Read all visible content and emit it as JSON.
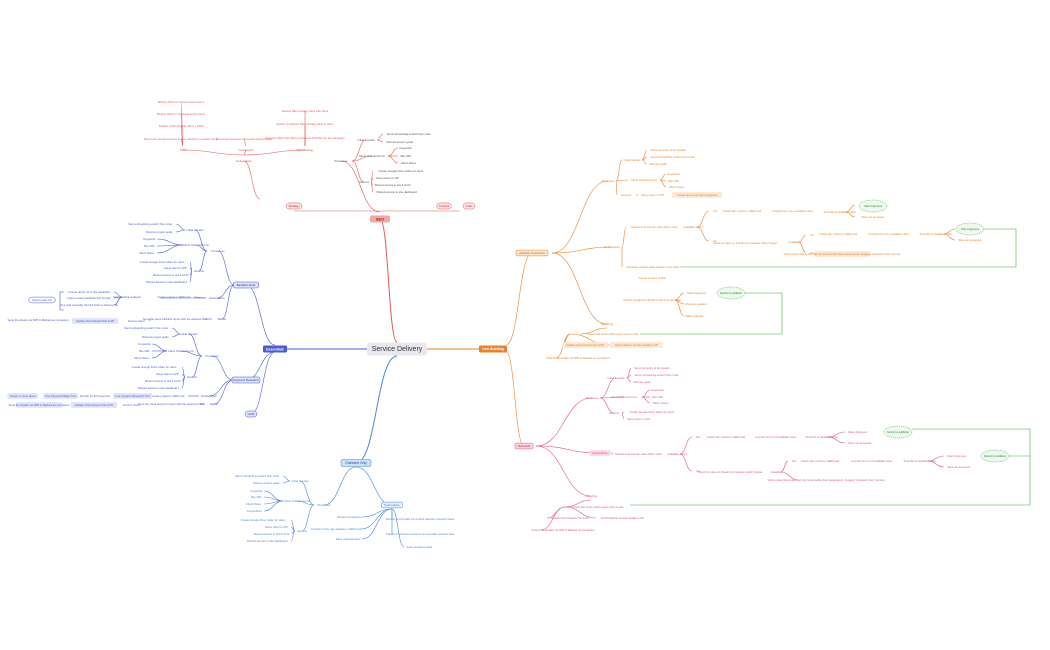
{
  "center": {
    "label": "Service Delivery"
  },
  "branches": {
    "seo": {
      "label": "SEO",
      "tags": {
        "strategy": "Strategy",
        "content": "Content",
        "links": "Links"
      },
      "left": {
        "ngs": "NGS",
        "ga": "GA Analysis",
        "seo_strategy": "SEO Strategy",
        "deliverables": "Deliverables",
        "ngs_items": [
          "Weekly NGS for Content Action Items",
          "Weekly NGS for Technical Action Items",
          "Finalize initial call with client + Initial",
          "Deep look into accounts to ensure tracking is properly setup"
        ],
        "ga_item": "Document overview of keyword opportunities",
        "strategy_items": [
          "Review SEO strategy deck with client",
          "Deliver completed SEO strategy deck to client",
          "Request URLs that will be pushed as Priorities for the campaign"
        ]
      },
      "right": {
        "processes": "Processes",
        "initial_contact": "Initial Contact",
        "client_onboard": "Client Onboard Form",
        "account": "Account",
        "ic_items": [
          "Send onboarding email if Non order",
          "Discuss project goals"
        ],
        "ob_items": [
          "Keywords",
          "Site URL",
          "Client Notes"
        ],
        "acc_items": [
          "Create Google Drive folder for client",
          "Setup client on PP",
          "Shared access to GA & GCS",
          "Shared access to site dashboard"
        ]
      }
    },
    "essentials": {
      "label": "Essentials",
      "backlink_audit": "Backlink Audit",
      "keyword_research": "Keyword Research",
      "hvm": "HVM",
      "processes": "Processes",
      "deliverables": "Deliverables",
      "report": "Report",
      "initial_contact": "Initial Contact",
      "client_onboard": "Client Onboard Form",
      "account": "Account",
      "ba_ic_items": [
        "Send onboarding email if Non order",
        "Discuss project goals"
      ],
      "ba_ob_items": [
        "Keywords",
        "Site URL",
        "Client Notes"
      ],
      "ba_acc_items": [
        "Create Google Drive folder for client",
        "Setup client on PP",
        "Shared access to GA & GCS",
        "Shared access to site dashboard"
      ],
      "ba_deliv_items": [
        "Create project in SEProvid",
        "Start backlink analysis"
      ],
      "ba_analysis_items": [
        "Include all the 10 in-site backlinks",
        "Flash unsafe backlinks (list formal)",
        "Only add manually harmful links to disavow file"
      ],
      "export": "Export each list",
      "ba_report": [
        "Send the client backlink report with the disavow files",
        "Send to client",
        "Update Client Report File & PP",
        "Send the details via SPP & Marked as completed"
      ],
      "kr_ic_items": [
        "Send onboarding email if Non order",
        "Discuss project goals"
      ],
      "kr_ob_items": [
        "Keywords",
        "Site URL",
        "Client Notes"
      ],
      "kr_acc_items": [
        "Create Google Drive folder for client",
        "Setup client on PP",
        "Shared access to GA & GCS",
        "Shared access to site dashboard"
      ],
      "kr_deliv_items": [
        "Create project in SEProvid",
        "Use Organic Research Tool",
        "Identify 20-30 Keywords",
        "Use Keyword Magic Tool",
        "Create C-more ideas"
      ],
      "kr_report": [
        "Send the client keyword report with the approved files",
        "Send to client",
        "Update Client Report File & PP",
        "Send the details via SPP & Marked as completed"
      ]
    },
    "outreach": {
      "label": "Outreach Only",
      "processes": "Processes",
      "deliverables": "Deliverables",
      "initial_contact": "Initial Contact",
      "client_onboard": "Client Onboard Form",
      "account": "Account",
      "ic_items": [
        "Send onboarding email if Non order",
        "Discuss project goals"
      ],
      "ob_items": [
        "Keywords",
        "Site URL",
        "Client Notes",
        "Competitors"
      ],
      "acc_items": [
        "Create Google Drive folder for client",
        "Setup client on PP",
        "Shared access to GA & GCS",
        "Shared access to site dashboard"
      ],
      "deliv_items": [
        "Review competitors",
        "Conduct of the gap analysis in SEProvid",
        "Save potential sites",
        "Review and contact for content relevant outreach ideas",
        "Check for unlinked mentions on internally relevant sites",
        "Save prospects data"
      ]
    },
    "link_building": {
      "label": "Link Building",
      "authority": {
        "label": "Authority Guest Post",
        "processes": "Processes",
        "initial_contact": "Initial Contact",
        "client_onboard": "Client Onboard Form",
        "account": "Account",
        "ic_items": [
          "Send summary of the details",
          "Send onboarding email if Non order",
          "Discuss goals"
        ],
        "ob_items": [
          "Keywords",
          "Site URL",
          "Client Notes"
        ],
        "acc_items": [
          "Setup client on PP",
          "Create and setup client pipelines"
        ],
        "deliverables": "Deliverables",
        "review": "Review and test the sites within niche",
        "avail": "Available sites?",
        "yes": "Yes",
        "no": "No",
        "chain_yes": [
          "Check site metrics in SEProvid",
          "Compile list of 3-4 available sites",
          "Send list of available sites"
        ],
        "client_approves": "Client Approves",
        "sites_not_accepted": "Sites not accepted",
        "chain_no": [
          "Check site metrics in SEProvid",
          "Compile list of 3-4 available sites",
          "Send list of available sites"
        ],
        "alt_no": "Check for sites on linkedin & Consider within budget",
        "available": "Available",
        "inform": "Inform client that a site can't be found within their parameters. Suggest 'Outreach Only' service",
        "generate": "Generate content ideas based on the sites",
        "create_content": "Create content outline",
        "submit_gdoc": "Submit Google Doc Draft to Client for approval",
        "client_approves2": "Client Approves",
        "changes_needed": "Changes needed",
        "make_changes": "Make changes",
        "submit_publish": "Submit to publisher",
        "reporting": "Reporting",
        "check_live": "Check link is live within guest post on site",
        "update": "Update Client Report File & PP",
        "add_publisher": "Add Publisher invoice details to PP",
        "submit_details": "Submit the details via SPP & Marked as completed"
      },
      "niche": {
        "label": "Niche Edit",
        "processes": "Processes",
        "initial_contact": "Initial Contact",
        "client_onboard": "Client Onboard Form",
        "account": "Account",
        "ic_items": [
          "Send summary of the details",
          "Send onboarding email if Non order",
          "Discuss goals"
        ],
        "ob_items": [
          "Keywords",
          "Site URL",
          "Client Notes"
        ],
        "acc_items": [
          "Create Google Drive folder for client",
          "Setup client on PP"
        ],
        "deliverables": "Deliverables",
        "review": "Review and test the sites within niche",
        "avail": "Available sites?",
        "yes": "Yes",
        "no": "No",
        "chain_yes": [
          "Check site metrics in SEProvid",
          "Compile list of 3-4 available sites",
          "Send list of available sites"
        ],
        "client_approves": "Client Approves",
        "sites_not_accepted": "Sites not accepted",
        "submit_publish": "Submit to publisher",
        "alt_no": "Check for sites on linkedin & Consider within budget",
        "available": "Available",
        "chain_no": [
          "Check site metrics in SEProvid",
          "Compile list of 3-4 available sites",
          "Send list of available sites"
        ],
        "inform": "Inform client that a site can't be found within their parameters. Suggest 'Outreach Only' service",
        "reporting": "Reporting",
        "check_live": "Check link is live within guest post on site",
        "update": "Update Client Report File & PP",
        "add_publisher": "Add Publisher invoice details to PP",
        "submit_details": "Submit the details via SPP & Marked as completed"
      }
    }
  },
  "colors": {
    "seo": "#e45a5a",
    "essentials": "#4b59d6",
    "outreach": "#4a86d8",
    "link_building": "#e8822a",
    "niche": "#e05583",
    "green": "#3cb04a"
  }
}
